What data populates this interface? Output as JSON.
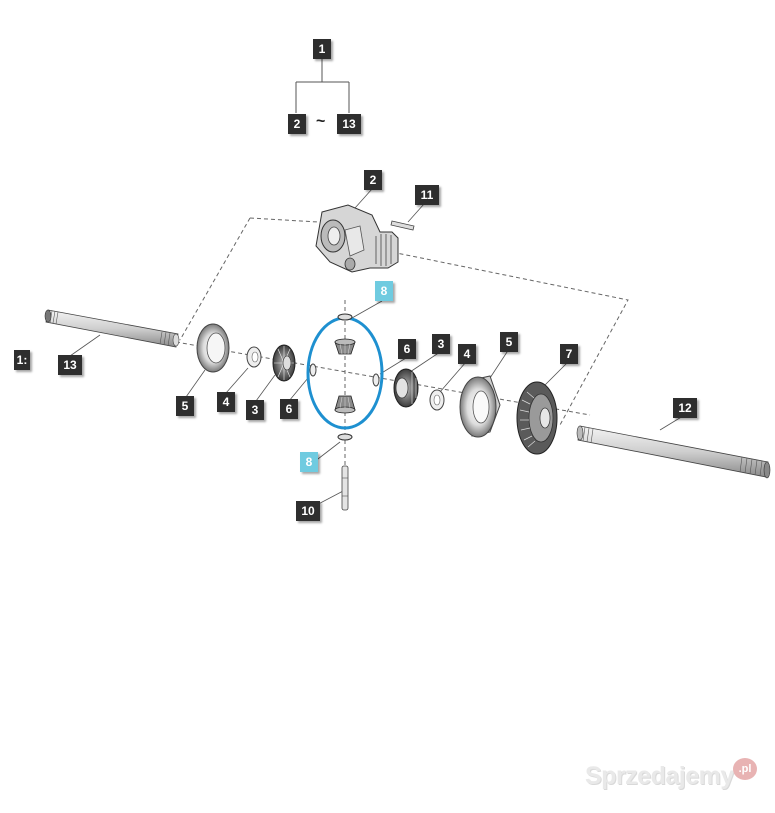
{
  "tree": {
    "top": "1",
    "left": "2",
    "separator": "~",
    "right": "13"
  },
  "callouts": {
    "housing": "2",
    "pin_11": "11",
    "washer_8_top": "8",
    "washer_8_bottom": "8",
    "bolt_10": "10",
    "left_13": "13",
    "left_edge": "1:",
    "left_5": "5",
    "left_4": "4",
    "left_3": "3",
    "left_6": "6",
    "right_6": "6",
    "right_3": "3",
    "right_4": "4",
    "right_5": "5",
    "crown_7": "7",
    "right_12": "12"
  },
  "watermark": {
    "text": "Sprzedajemy",
    "badge": ".pl"
  },
  "colors": {
    "callout": "#2e2e2e",
    "highlight_callout": "#6fcbe0",
    "highlight_ring": "#1e90d0",
    "line": "#555555"
  }
}
